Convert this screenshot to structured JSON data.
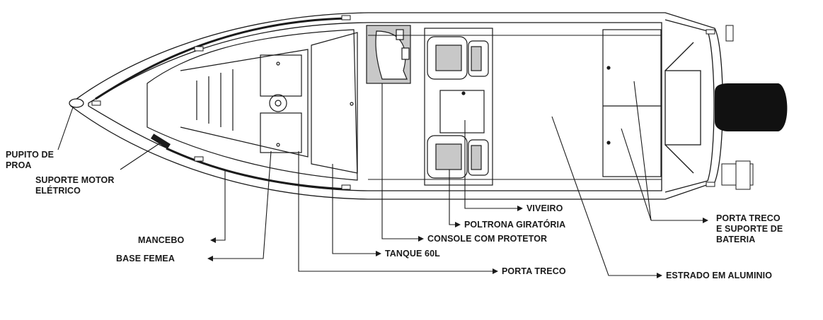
{
  "labels": {
    "pupito": "PUPITO DE\nPROA",
    "suporte_motor": "SUPORTE MOTOR\nELÉTRICO",
    "mancebo": "MANCEBO",
    "base_femea": "BASE FEMEA",
    "tanque": "TANQUE 60L",
    "porta_treco": "PORTA TRECO",
    "viveiro": "VIVEIRO",
    "poltrona": "POLTRONA GIRATÓRIA",
    "console": "CONSOLE COM PROTETOR",
    "estrado": "ESTRADO EM ALUMINIO",
    "porta_treco_bateria": "PORTA TRECO\nE SUPORTE DE\nBATERIA"
  },
  "colors": {
    "line": "#1a1a1a",
    "seat_fill": "#c8c8c8",
    "engine_fill": "#111111"
  }
}
